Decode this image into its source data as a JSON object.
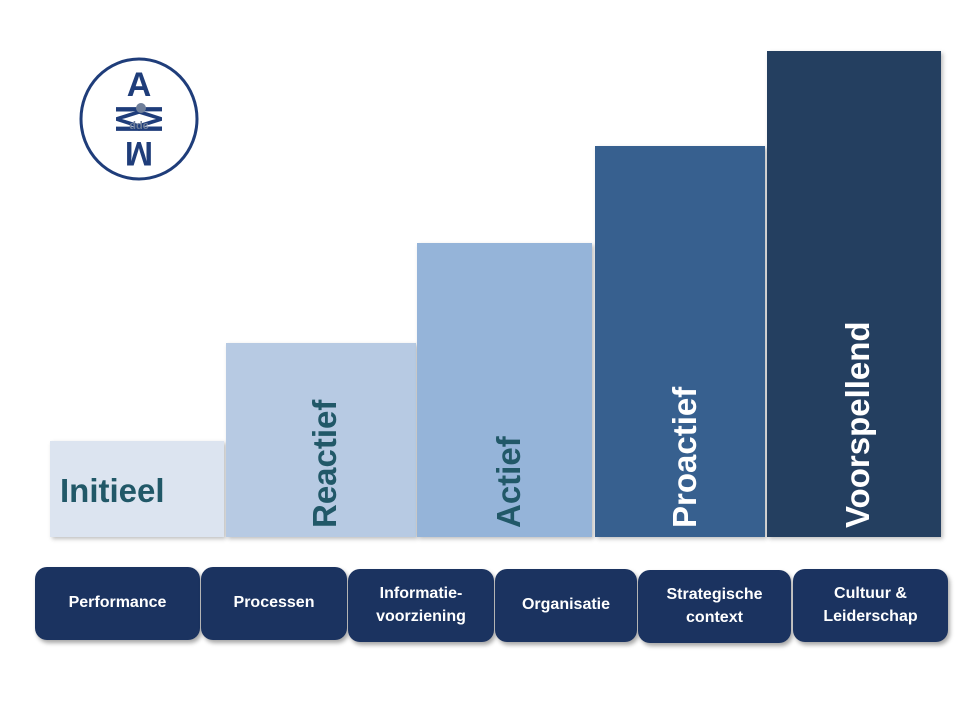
{
  "logo": {
    "text_top": "A",
    "text_left": "M",
    "text_right": "M",
    "text_bottom": "M",
    "text_center": "ddc",
    "color": "#1f3d7a",
    "icon": "amm-ddc-logo"
  },
  "steps": [
    {
      "label": "Initieel",
      "color": "#dce4f0"
    },
    {
      "label": "Reactief",
      "color": "#b7cae3"
    },
    {
      "label": "Actief",
      "color": "#95b4d9"
    },
    {
      "label": "Proactief",
      "color": "#37608f"
    },
    {
      "label": "Voorspellend",
      "color": "#243f60"
    }
  ],
  "label_colors": {
    "light": "#215868",
    "dark": "#ffffff"
  },
  "categories": [
    {
      "label": "Performance"
    },
    {
      "label": "Processen"
    },
    {
      "label": "Informatie-\nvoorziening"
    },
    {
      "label": "Organisatie"
    },
    {
      "label": "Strategische\ncontext"
    },
    {
      "label": "Cultuur &\nLeiderschap"
    }
  ],
  "category_color": "#1b3360"
}
